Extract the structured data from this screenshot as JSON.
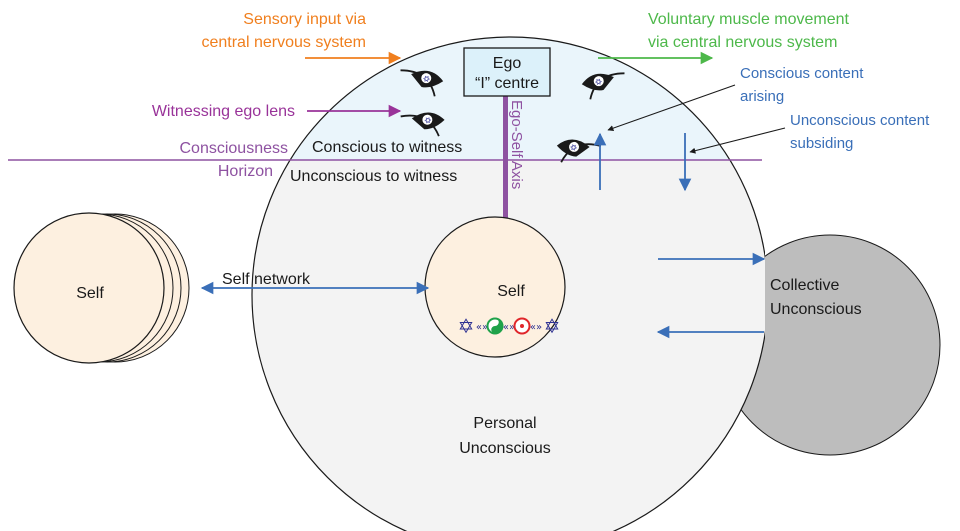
{
  "colors": {
    "sensory": "#f07f1e",
    "voluntary": "#4db84a",
    "ego_lens": "#993399",
    "horizon": "#8e52a1",
    "content": "#3a6fb8",
    "black": "#1a1a1a",
    "psyche_fill": "#f3f3f3",
    "upper_fill": "#eaf5fb",
    "ego_box_fill": "#dcf1fa",
    "self_fill": "#fdf0e0",
    "collective_fill": "#bdbdbd",
    "star": "#2e3192",
    "green_symbol": "#1fa24a",
    "red_symbol": "#e0262a"
  },
  "icons": [
    "eye-icon",
    "star-of-david-icon",
    "yin-yang-icon",
    "sun-icon",
    "arrow-icon"
  ],
  "labels": {
    "sensory_line1": "Sensory input via",
    "sensory_line2": "central nervous system",
    "voluntary_line1": "Voluntary muscle movement",
    "voluntary_line2": "via central nervous system",
    "witnessing_ego_lens": "Witnessing ego lens",
    "conscious_arising_line1": "Conscious content",
    "conscious_arising_line2": "arising",
    "unconscious_subsiding_line1": "Unconscious content",
    "unconscious_subsiding_line2": "subsiding",
    "consciousness": "Consciousness",
    "horizon": "Horizon",
    "conscious_to_witness": "Conscious to witness",
    "unconscious_to_witness": "Unconscious to witness",
    "ego_line1": "Ego",
    "ego_line2": "“I” centre",
    "ego_self_axis": "Ego-Self Axis",
    "self_left": "Self",
    "self_center": "Self",
    "self_network": "Self  network",
    "personal_line1": "Personal",
    "personal_line2": "Unconscious",
    "collective_line1": "Collective",
    "collective_line2": "Unconscious",
    "symbol_connector": "«»"
  }
}
